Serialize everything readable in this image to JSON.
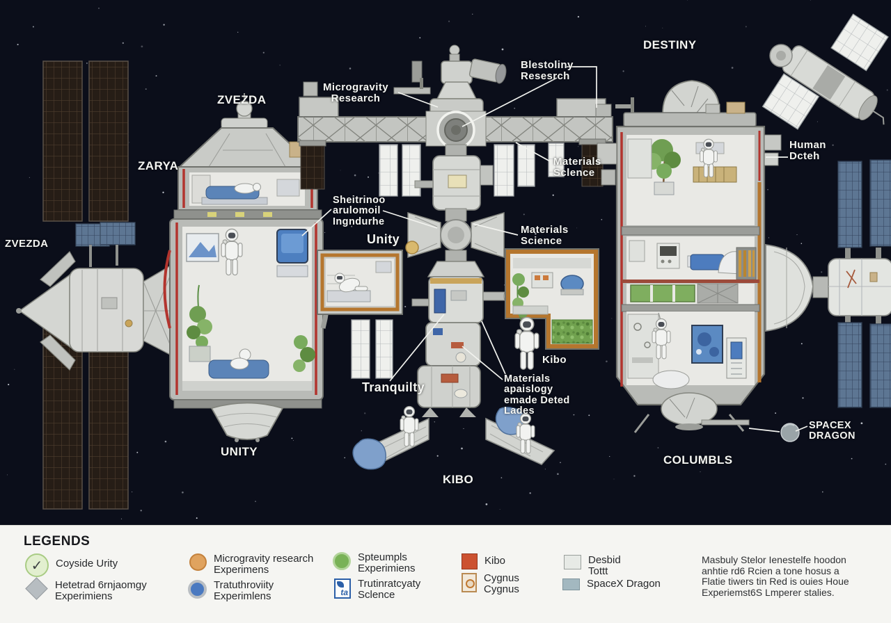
{
  "scene": {
    "labels": {
      "zvezda_left": "ZVEZDA",
      "zvezda_top": "ZVEZDA",
      "zarya": "ZARYA",
      "destiny": "DESTINY",
      "unity_node": "Unity",
      "unity_bottom": "UNITY",
      "tranquility": "Tranquilty",
      "kibo_mid": "Kibo",
      "kibo_bottom": "KIBO",
      "columbus": "COLUMBLS",
      "microgravity": "Microgravity\nResearch",
      "biology": "Blestoliny\nResesrch",
      "materials_top": "Materials\nSclence",
      "materials_mid": "Materials\nScience",
      "materials_lower": "Materials\napaislogy\nemade Deted\nLades",
      "sheitrinoo": "Sheitrinoo\narulomoil\nIngndurhe",
      "human": "Human\nDcteh",
      "spacex_dragon": "SPACEX\nDRAGON"
    }
  },
  "legend": {
    "title": "LEGENDS",
    "items": [
      {
        "icon": "check-circle",
        "label": "Coyside Urity"
      },
      {
        "icon": "diamond",
        "label": "Hetetrad 6rnjaomgy\nExperimiens"
      },
      {
        "icon": "orange-circle",
        "label": "Microgravity research\nExperimens"
      },
      {
        "icon": "blue-circle",
        "label": "Tratuthroviity\nExperimlens"
      },
      {
        "icon": "green-circle",
        "label": "Spteumpls\nExperimiens"
      },
      {
        "icon": "science-square",
        "label": "Trutinratcyaty\nSclence"
      },
      {
        "icon": "red-square",
        "label": "Kibo"
      },
      {
        "icon": "cygnus-square",
        "label": "Cygnus\nCygnus"
      },
      {
        "icon": "light-square",
        "label": "Desbid\nTottt"
      },
      {
        "icon": "gray-square",
        "label": "SpaceX Dragon"
      }
    ],
    "note": "Masbuly Stelor Ienestelfe hoodon\nanhtie rd6 Rcien a tone hosus a\nFlatie tiwers tin Red is ouies Houe\nExperiemst6S Lmperer stalies."
  },
  "colors": {
    "background": "#0b0e1a",
    "legend_bg": "#f5f5f2",
    "cut_red": "#b2342e",
    "cut_orange": "#b5762e",
    "kibo_red": "#cc5231",
    "dragon_gray": "#9aa4a8"
  }
}
